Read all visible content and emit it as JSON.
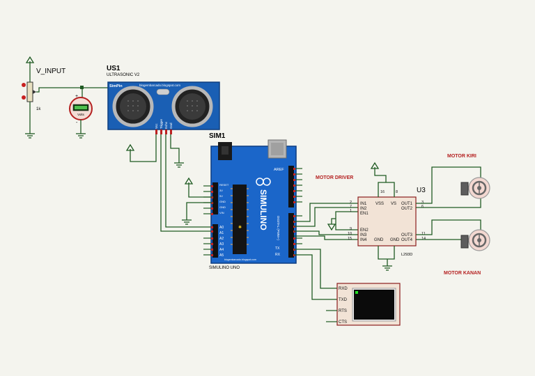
{
  "v_input": {
    "name": "V_INPUT",
    "resistor": "1k",
    "meter": "Volts"
  },
  "us1": {
    "ref": "US1",
    "model": "ULTRASONIC V2",
    "brand": "SimPin",
    "url": "blogembarcado.blogspot.com",
    "pins": [
      "Vcc",
      "Trigger",
      "Echo",
      "Gnd"
    ]
  },
  "sim1": {
    "ref": "SIM1",
    "name": "SIMULINO UNO",
    "logo": "SIMULINO",
    "url": "blogembarcado.blogspot.com",
    "aref": "AREF",
    "power_pins": [
      "RESET",
      "3V",
      "5V",
      "GND",
      "GND",
      "VIN"
    ],
    "analog_pins": [
      "A0",
      "A1",
      "A2",
      "A3",
      "A4",
      "A5"
    ],
    "digital_label": "DIGITAL (PWM~)",
    "tx": "TX",
    "rx": "RX"
  },
  "driver": {
    "label": "MOTOR DRIVER",
    "ref": "U3",
    "part": "L293D",
    "vss": "VSS",
    "vs": "VS",
    "gnd1": "GND",
    "gnd2": "GND",
    "pin16": "16",
    "pin8": "8",
    "left_pins": [
      {
        "name": "IN1",
        "num": "2"
      },
      {
        "name": "IN2",
        "num": "7"
      },
      {
        "name": "EN1",
        "num": "1"
      },
      {
        "name": "EN2",
        "num": "9"
      },
      {
        "name": "IN3",
        "num": "10"
      },
      {
        "name": "IN4",
        "num": "15"
      }
    ],
    "right_pins": [
      {
        "name": "OUT1",
        "num": "3"
      },
      {
        "name": "OUT2",
        "num": "6"
      },
      {
        "name": "OUT3",
        "num": "11"
      },
      {
        "name": "OUT4",
        "num": "14"
      }
    ]
  },
  "motor_left": "MOTOR KIRI",
  "motor_right": "MOTOR KANAN",
  "terminal": {
    "pins": [
      "RXD",
      "TXD",
      "RTS",
      "CTS"
    ]
  },
  "colors": {
    "wire": "#1f5a22",
    "board": "#1b66c9",
    "sensor": "#1a5fb4",
    "label_red": "#b41f1f"
  }
}
